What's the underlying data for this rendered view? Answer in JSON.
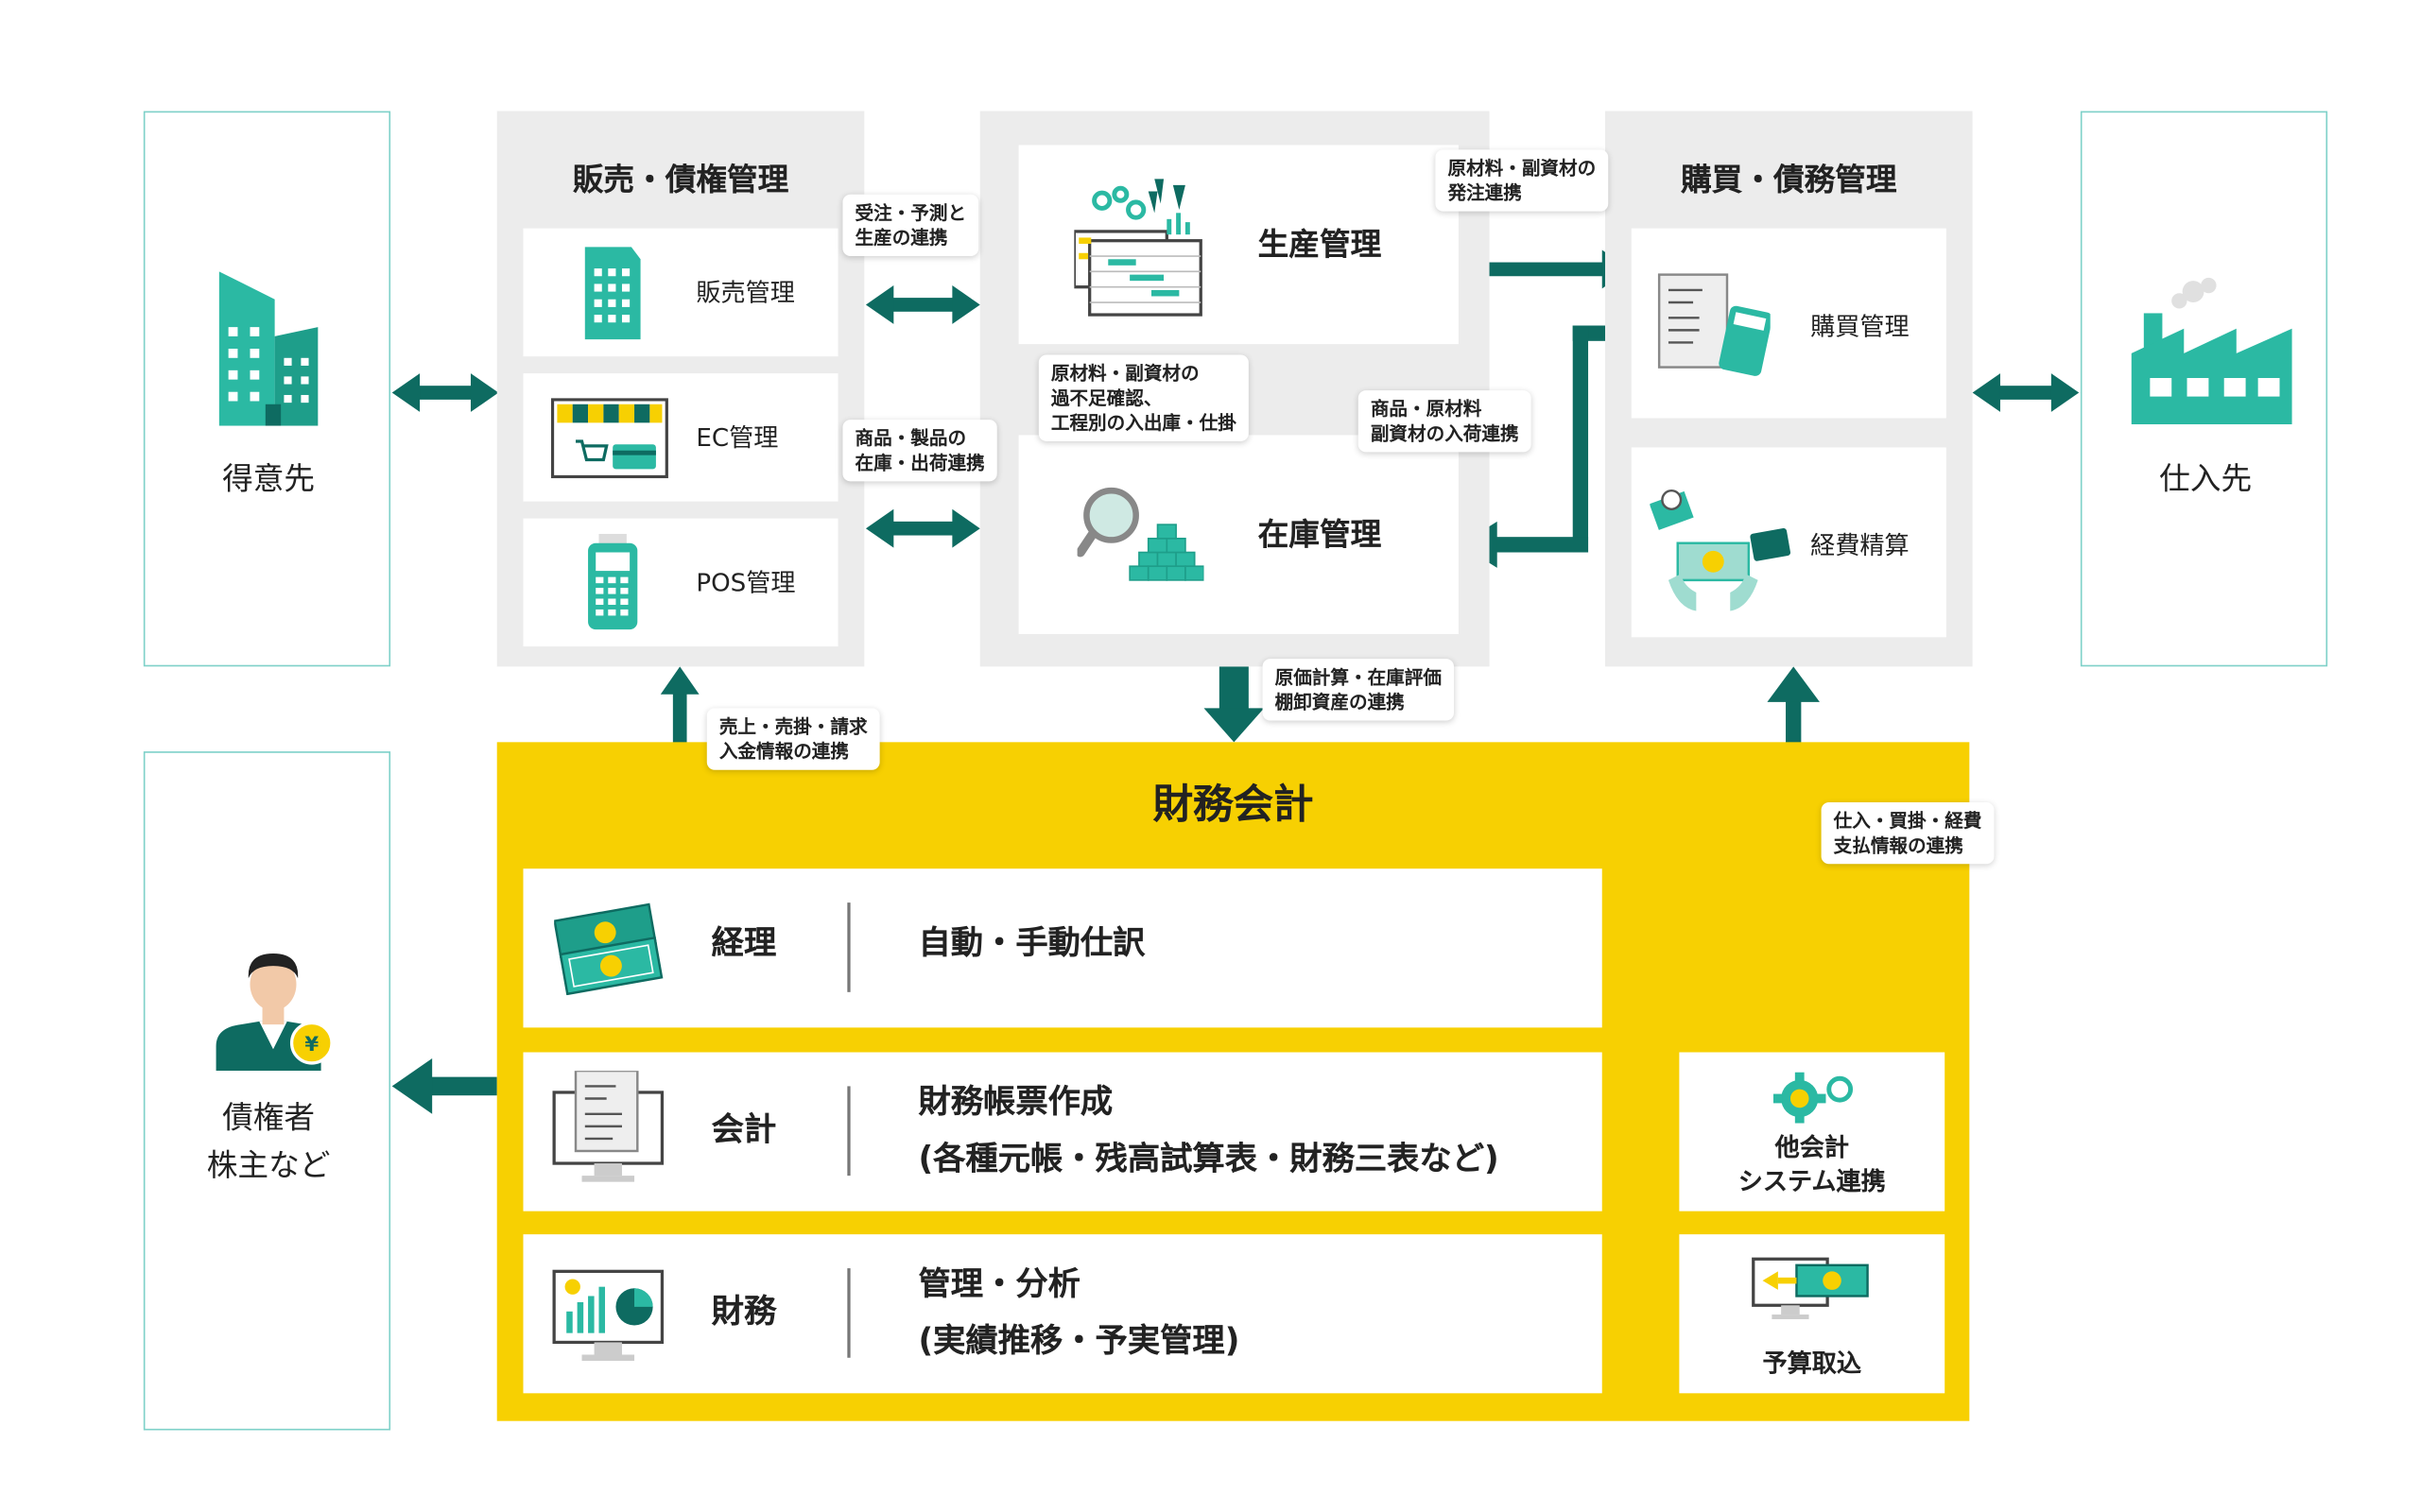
{
  "colors": {
    "teal_dark": "#0e6b61",
    "teal_light": "#2bb9a3",
    "yellow": "#f7d002",
    "grey_panel": "#ececec",
    "side_border": "#7fd1c9"
  },
  "left": {
    "customer": {
      "label": "得意先",
      "icon": "building-icon"
    },
    "creditor": {
      "line1": "債権者",
      "line2": "株主など",
      "icon": "investor-icon"
    }
  },
  "right": {
    "supplier": {
      "label": "仕入先",
      "icon": "factory-icon"
    }
  },
  "sales_panel": {
    "title": "販売・債権管理",
    "items": [
      {
        "label": "販売管理",
        "icon": "office-building-icon"
      },
      {
        "label": "EC管理",
        "icon": "online-store-icon"
      },
      {
        "label": "POS管理",
        "icon": "pos-terminal-icon"
      }
    ]
  },
  "production": {
    "label": "生産管理",
    "icon": "production-gears-icon"
  },
  "inventory": {
    "label": "在庫管理",
    "icon": "inventory-boxes-icon"
  },
  "purchase_panel": {
    "title": "購買・債務管理",
    "items": [
      {
        "label": "購買管理",
        "icon": "calculator-receipt-icon"
      },
      {
        "label": "経費精算",
        "icon": "expense-money-icon"
      }
    ]
  },
  "callouts": {
    "order_forecast": [
      "受注・予測と",
      "生産の連携"
    ],
    "product_stock": [
      "商品・製品の",
      "在庫・出荷連携"
    ],
    "materials_order": [
      "原材料・副資材の",
      "発注連携"
    ],
    "materials_check": [
      "原材料・副資材の",
      "過不足確認、",
      "工程別の入出庫・仕掛"
    ],
    "goods_receipt": [
      "商品・原材料",
      "副資材の入荷連携"
    ],
    "cost_calc": [
      "原価計算・在庫評価",
      "棚卸資産の連携"
    ],
    "sales_ar": [
      "売上・売掛・請求",
      "入金情報の連携"
    ],
    "purchase_ap": [
      "仕入・買掛・経費",
      "支払情報の連携"
    ]
  },
  "finance": {
    "title": "財務会計",
    "rows": [
      {
        "name": "経理",
        "line1": "自動・手動仕訳",
        "line2": "",
        "icon": "yen-bills-icon"
      },
      {
        "name": "会計",
        "line1": "財務帳票作成",
        "line2": "(各種元帳・残高試算表・財務三表など)",
        "icon": "monitor-document-icon"
      },
      {
        "name": "財務",
        "line1": "管理・分析",
        "line2": "(実績推移・予実管理)",
        "icon": "monitor-chart-icon"
      }
    ],
    "other_system": {
      "line1": "他会計",
      "line2": "システム連携",
      "icon": "yen-gear-icon"
    },
    "budget_import": {
      "label": "予算取込",
      "icon": "budget-import-icon"
    }
  }
}
